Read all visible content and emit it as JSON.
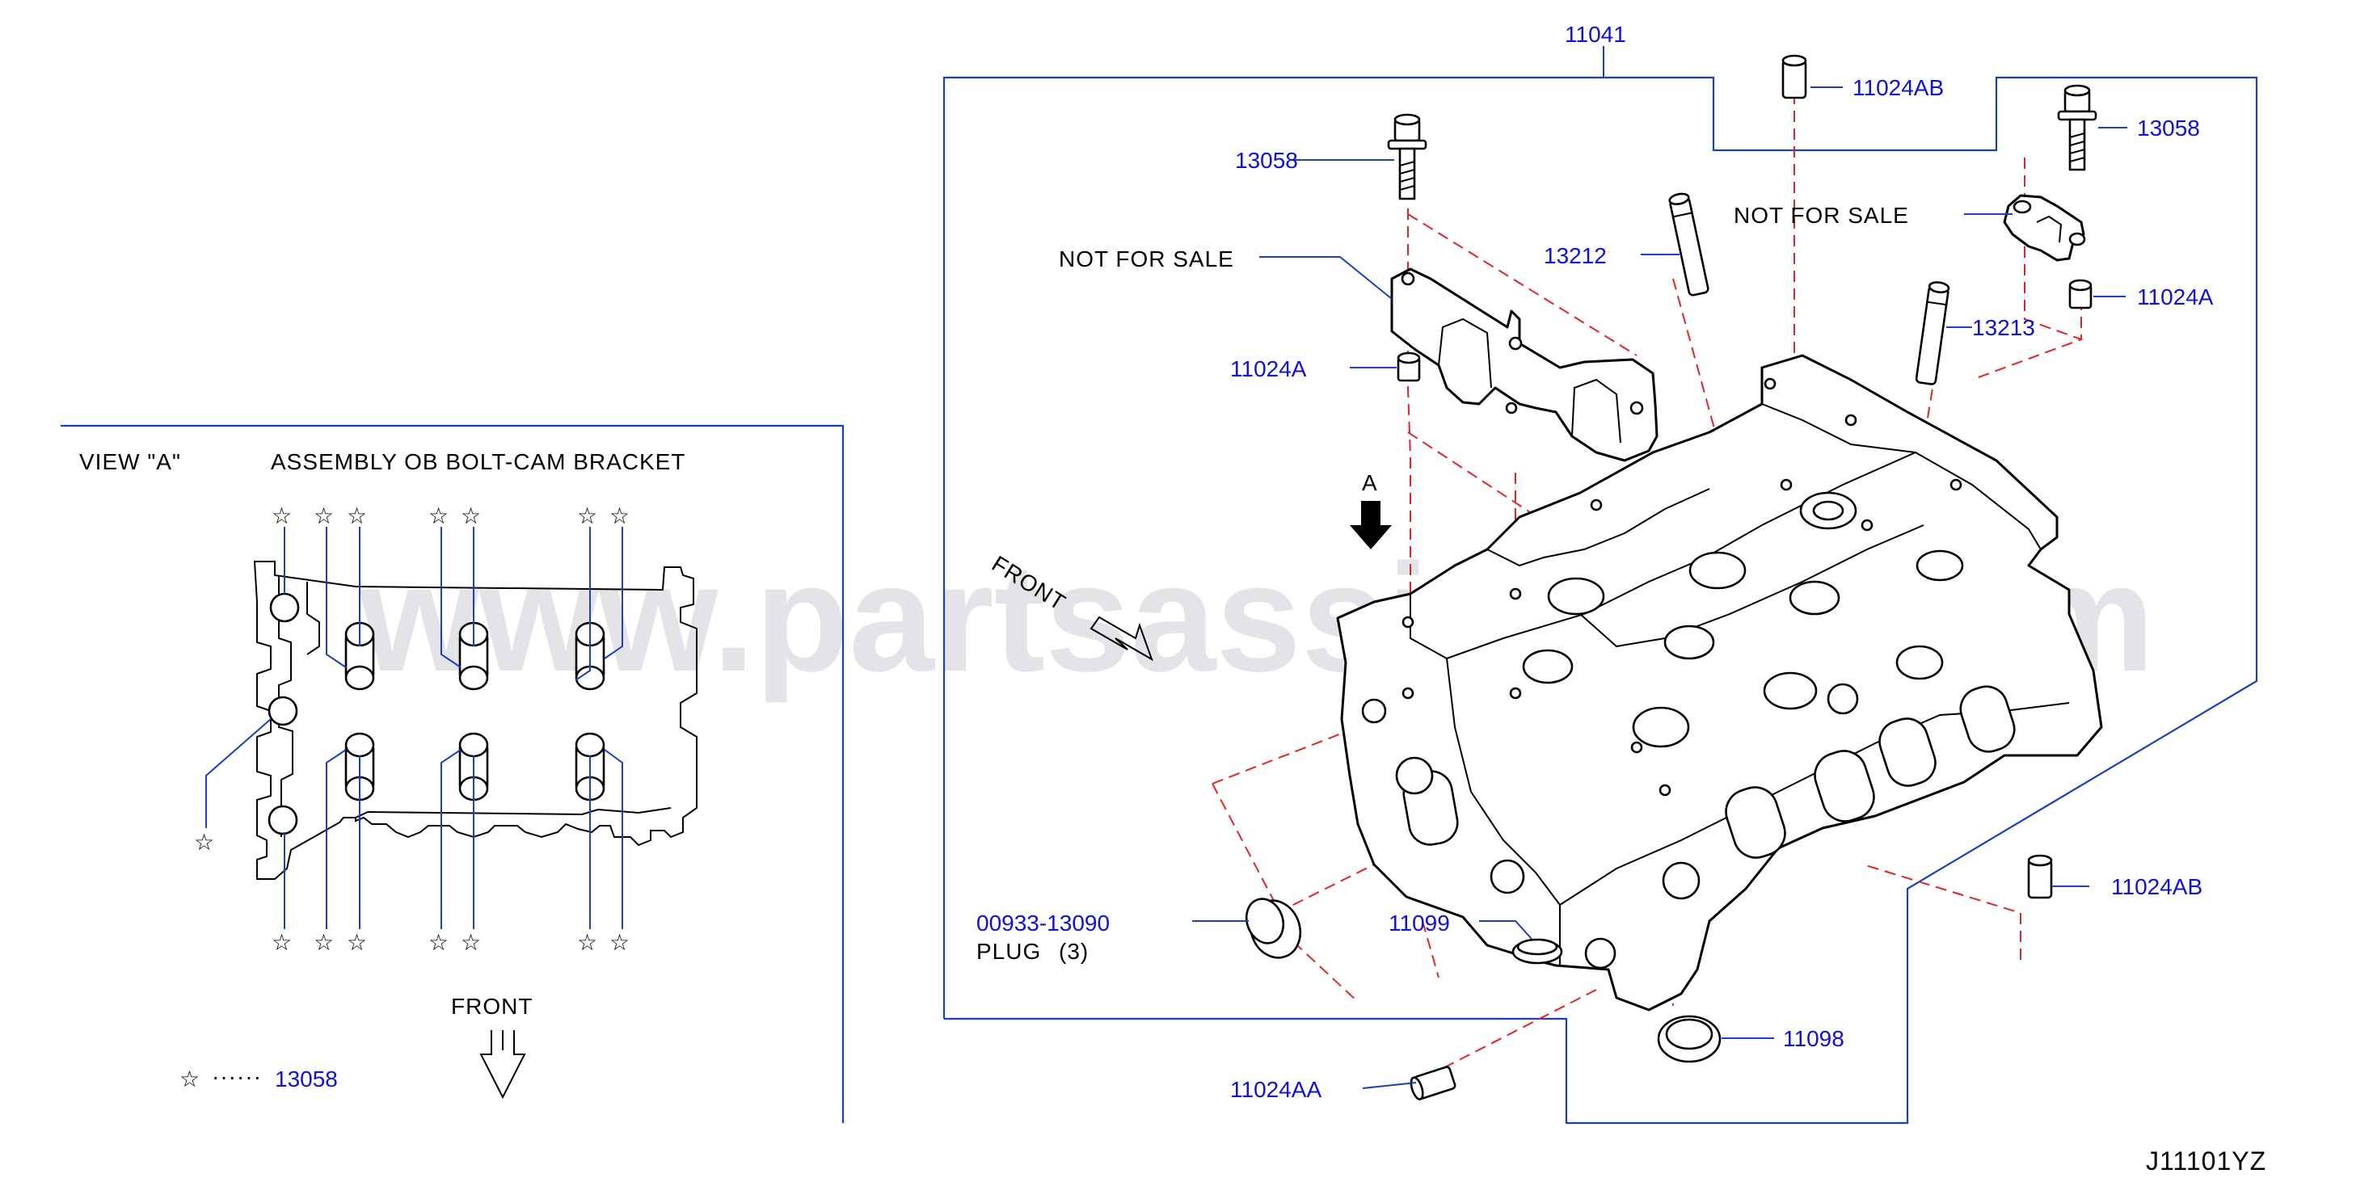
{
  "diagram_code": "J11101YZ",
  "watermark": "www.partsassistant.com",
  "view_a": {
    "title": "VIEW  \"A\"",
    "subtitle": "ASSEMBLY  OB  BOLT-CAM  BRACKET",
    "star": "☆",
    "legend_dots": "······",
    "legend_part": "13058",
    "front_label": "FRONT"
  },
  "main": {
    "front_label": "FRONT",
    "view_arrow_label": "A",
    "parts": [
      {
        "id": "p11041",
        "number": "11041"
      },
      {
        "id": "p11024AB_top",
        "number": "11024AB"
      },
      {
        "id": "p13058_right",
        "number": "13058"
      },
      {
        "id": "p13058_left",
        "number": "13058"
      },
      {
        "id": "p13212",
        "number": "13212"
      },
      {
        "id": "p13213",
        "number": "13213"
      },
      {
        "id": "p11024A_left",
        "number": "11024A"
      },
      {
        "id": "p11024A_right",
        "number": "11024A"
      },
      {
        "id": "p00933",
        "number": "00933-13090"
      },
      {
        "id": "p11099",
        "number": "11099"
      },
      {
        "id": "p11024AB_right",
        "number": "11024AB"
      },
      {
        "id": "p11098",
        "number": "11098"
      },
      {
        "id": "p11024AA",
        "number": "11024AA"
      }
    ],
    "not_for_sale_left": "NOT   FOR   SALE",
    "not_for_sale_right": "NOT   FOR   SALE",
    "plug_label": "PLUG",
    "plug_qty": "(3)"
  }
}
